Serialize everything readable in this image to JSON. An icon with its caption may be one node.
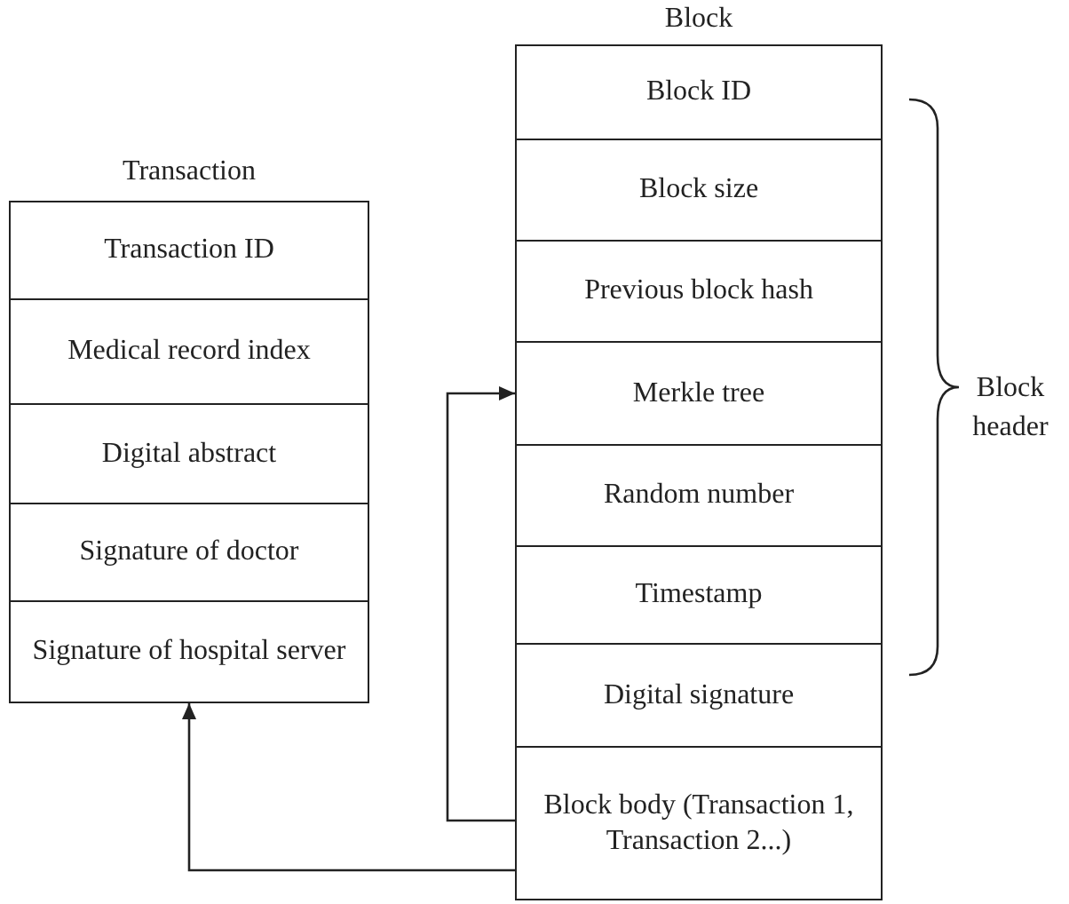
{
  "diagram": {
    "nodes": [
      {
        "text": [
          "Transaction"
        ]
      },
      {
        "text": [
          "Transaction ID"
        ],
        "in": 0
      },
      {
        "text": [
          "Medical record index"
        ],
        "in": 0
      },
      {
        "text": [
          "Digital abstract"
        ],
        "in": 0
      },
      {
        "text": [
          "Signature of doctor"
        ],
        "in": 0
      },
      {
        "text": [
          "Signature of hospital server"
        ],
        "in": 0
      },
      {
        "text": [
          "Block"
        ]
      },
      {
        "text": [
          "Block ID"
        ],
        "in": 6
      },
      {
        "text": [
          "Block size"
        ],
        "in": 6
      },
      {
        "text": [
          "Previous block hash"
        ],
        "in": 6
      },
      {
        "text": [
          "Merkle tree"
        ],
        "in": 6
      },
      {
        "text": [
          "Random number"
        ],
        "in": 6
      },
      {
        "text": [
          "Timestamp"
        ],
        "in": 6
      },
      {
        "text": [
          "Digital signature"
        ],
        "in": 6
      },
      {
        "text": [
          "Block body (Transaction 1, Transaction 2...)"
        ],
        "in": 6
      }
    ],
    "edges": [
      {
        "from": 14,
        "to": 10,
        "arrow": "to"
      },
      {
        "from": 14,
        "to": 5,
        "arrow": "to"
      }
    ],
    "labels": [
      "Block header"
    ]
  }
}
